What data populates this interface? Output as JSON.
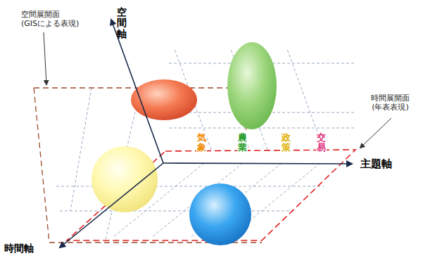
{
  "diagram": {
    "labels": [
      "空間軸",
      "空間展開面 (GISによる表現)",
      "時間展開面 (年表表現)",
      "気象",
      "農業",
      "政策",
      "交易",
      "主題軸",
      "時間軸"
    ]
  }
}
